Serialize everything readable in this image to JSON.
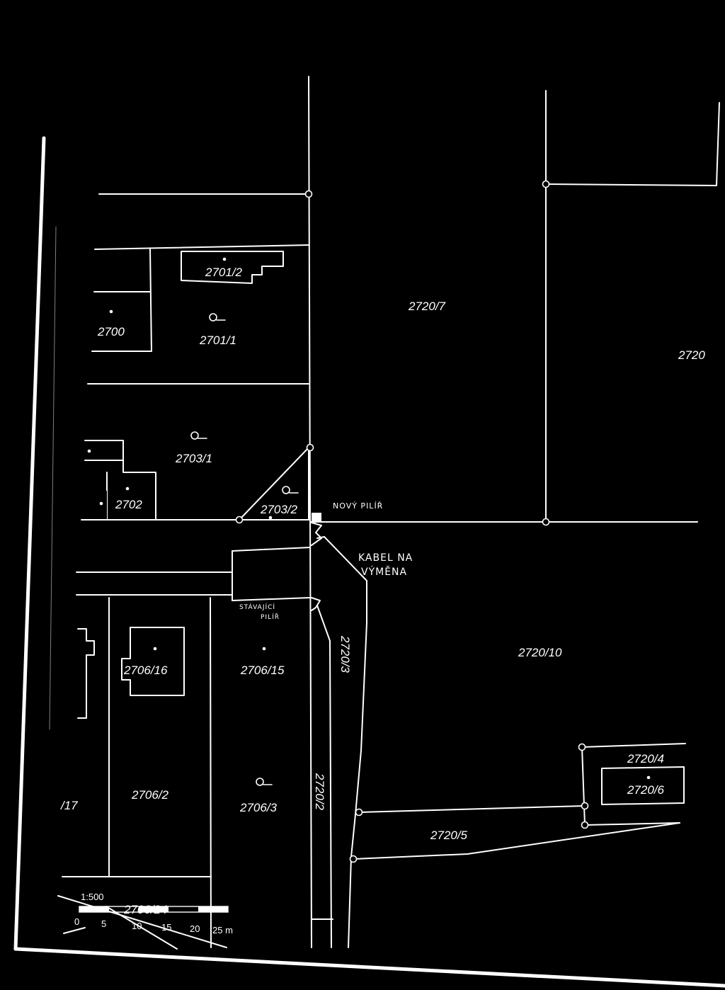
{
  "parcels": {
    "p2700": "2700",
    "p2701_1": "2701/1",
    "p2701_2": "2701/2",
    "p2720_7": "2720/7",
    "p2720_right": "2720",
    "p2703_1": "2703/1",
    "p2703_2": "2703/2",
    "p2702": "2702",
    "p2706_16": "2706/16",
    "p2706_15": "2706/15",
    "p2720_3": "2720/3",
    "p2720_10": "2720/10",
    "p2720_4": "2720/4",
    "p2720_6": "2720/6",
    "p2706_2": "2706/2",
    "p2706_3": "2706/3",
    "p2720_2": "2720/2",
    "p2720_5": "2720/5",
    "p_17": "/17",
    "p2706_24": "2706/24"
  },
  "annotations": {
    "novy_pilir": "NOVÝ PILÍŘ",
    "kabel_line1": "KABEL NA",
    "kabel_line2": "VÝMĚNA",
    "stavajici_line1": "STÁVAJÍCÍ",
    "stavajici_line2": "PILÍŘ"
  },
  "scale": {
    "ratio": "1:500",
    "ticks": [
      "0",
      "5",
      "10",
      "15",
      "20",
      "25 m"
    ]
  }
}
